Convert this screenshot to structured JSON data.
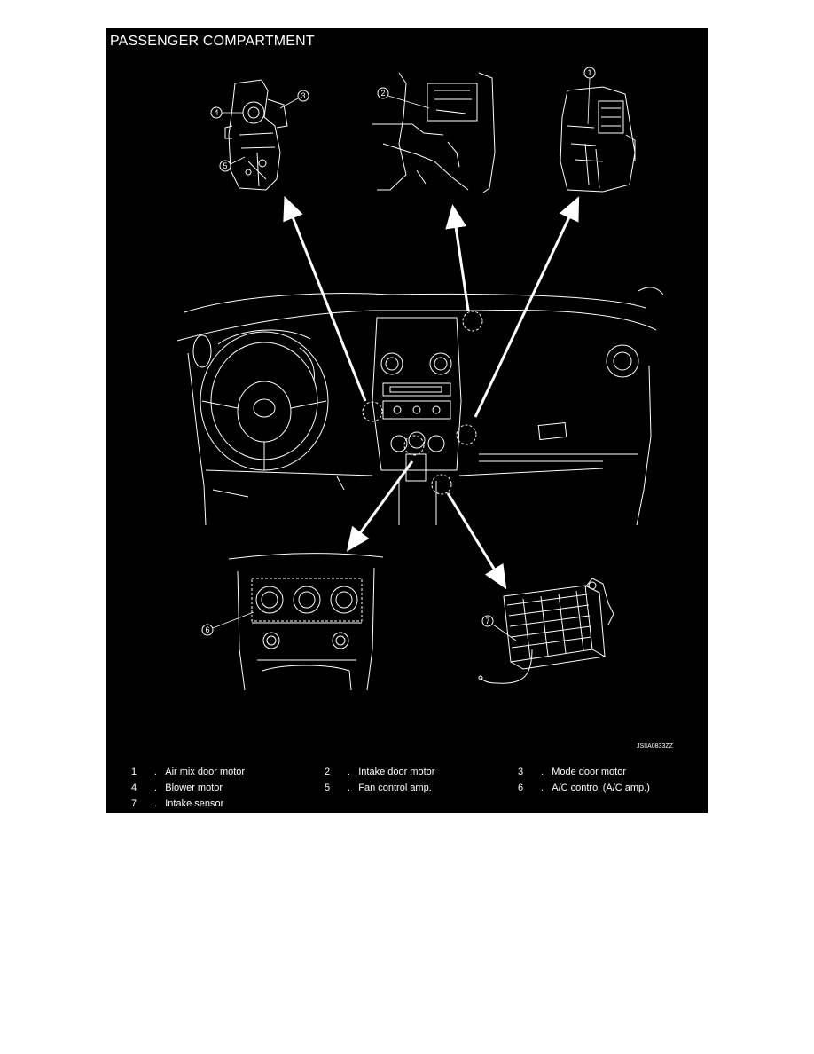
{
  "title": "PASSENGER COMPARTMENT",
  "figure_code": "JSIIA0833ZZ",
  "colors": {
    "background": "#000000",
    "line": "#ffffff"
  },
  "callouts": [
    {
      "number": "1",
      "label": "Air mix door motor"
    },
    {
      "number": "2",
      "label": "Intake door motor"
    },
    {
      "number": "3",
      "label": "Mode door motor"
    },
    {
      "number": "4",
      "label": "Blower motor"
    },
    {
      "number": "5",
      "label": "Fan control amp."
    },
    {
      "number": "6",
      "label": "A/C control (A/C amp.)"
    },
    {
      "number": "7",
      "label": "Intake sensor"
    }
  ]
}
